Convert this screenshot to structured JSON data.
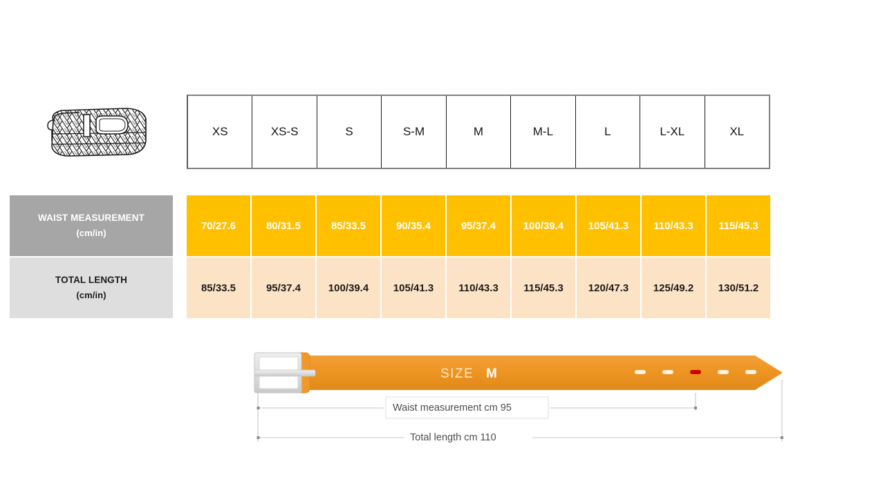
{
  "product": {
    "illustration_name": "braided-belt-illustration"
  },
  "table": {
    "sizes": [
      "XS",
      "XS-S",
      "S",
      "S-M",
      "M",
      "M-L",
      "L",
      "L-XL",
      "XL"
    ],
    "rows": [
      {
        "id": "waist",
        "label": "WAIST MEASUREMENT",
        "unit": "(cm/in)",
        "label_bg": "#A6A6A6",
        "label_color": "#FFFFFF",
        "cell_bg": "#FFC000",
        "cell_color": "#FFFFFF",
        "values": [
          "70/27.6",
          "80/31.5",
          "85/33.5",
          "90/35.4",
          "95/37.4",
          "100/39.4",
          "105/41.3",
          "110/43.3",
          "115/45.3"
        ]
      },
      {
        "id": "length",
        "label": "TOTAL LENGTH",
        "unit": "(cm/in)",
        "label_bg": "#DEDEDE",
        "label_color": "#1A1A1A",
        "cell_bg": "#FCE3C6",
        "cell_color": "#1A1A1A",
        "values": [
          "85/33.5",
          "95/37.4",
          "100/39.4",
          "105/41.3",
          "110/43.3",
          "115/45.3",
          "120/47.3",
          "125/49.2",
          "130/51.2"
        ]
      }
    ]
  },
  "diagram": {
    "size_word": "SIZE",
    "size_value": "M",
    "waist_label": "Waist measurement cm 95",
    "length_label": "Total length cm 110",
    "belt_color": "#EE9522",
    "buckle_color": "#D9D9D9",
    "active_hole_color": "#CC0000",
    "hole_color": "#FFF3E0",
    "holes_total": 5,
    "active_hole_index": 2
  }
}
